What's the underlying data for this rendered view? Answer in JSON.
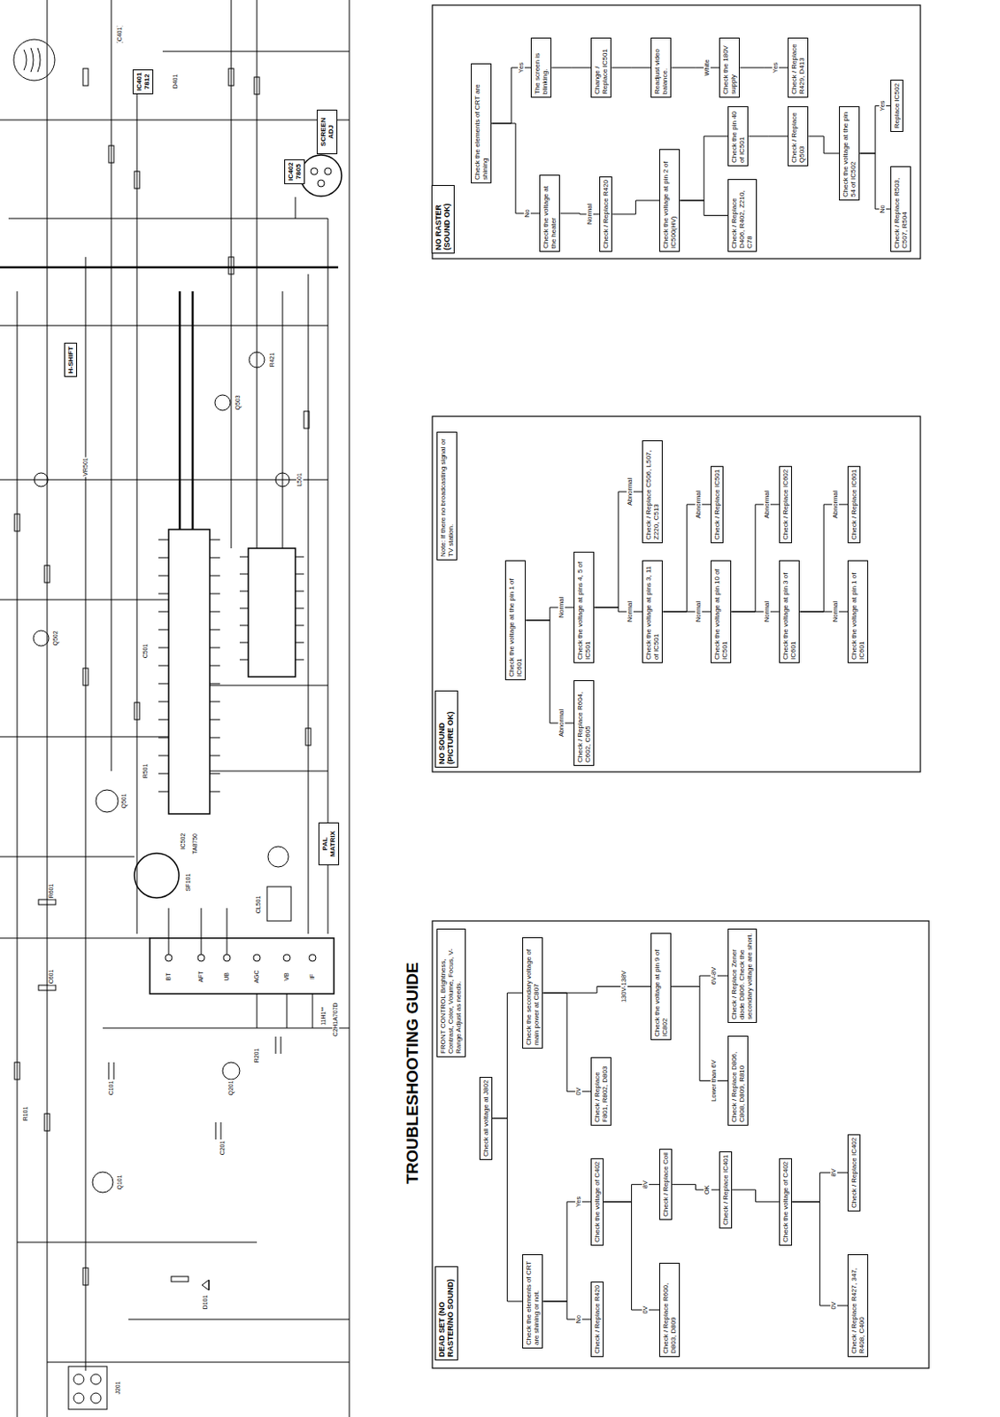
{
  "diagram": {
    "title": "TROUBLESHOOTING GUIDE",
    "nodes": [
      {
        "text": [
          "DEAD SET (NO RASTER/NO SOUND)"
        ]
      },
      {
        "text": [
          "FRONT CONTROL Brightness, Contrast, Color, Volume, Focus, V-Range Adjust as needs."
        ]
      },
      {
        "text": [
          "Check the elements of CRT are shining or not."
        ]
      },
      {
        "text": [
          "Check all voltage at J802"
        ]
      },
      {
        "text": [
          "Check the secondary voltage of main power at C807"
        ]
      },
      {
        "text": [
          "Check / Replace R420"
        ]
      },
      {
        "text": [
          "Check the voltage of C402"
        ]
      },
      {
        "text": [
          "Check / Replace F801, R802, D803"
        ]
      },
      {
        "text": [
          "Check the voltage at pin 9 of IC802"
        ]
      },
      {
        "text": [
          "Check / Replace D806, C808, D809, R810"
        ]
      },
      {
        "text": [
          "Check / Replace Zener diode D806. Check the secondary voltage are short."
        ]
      },
      {
        "text": [
          "Check / Replace R600, D803, D809"
        ]
      },
      {
        "text": [
          "Check / Replace Coil"
        ]
      },
      {
        "text": [
          "Check / Replace IC401"
        ]
      },
      {
        "text": [
          "Check the voltage of C402"
        ]
      },
      {
        "text": [
          "Check / Replace R427, 347, R408, C400"
        ]
      },
      {
        "text": [
          "Check / Replace IC402"
        ]
      },
      {
        "text": [
          "NO SOUND (PICTURE OK)"
        ]
      },
      {
        "text": [
          "Note: If there no broadcasting signal or TV station."
        ]
      },
      {
        "text": [
          "Check the voltage at the pin 1 of IC601"
        ]
      },
      {
        "text": [
          "Check / Replace R604, C602, C605"
        ]
      },
      {
        "text": [
          "Check the voltage at pins 4, 5 of IC501"
        ]
      },
      {
        "text": [
          "Check / Replace C506, L507, Z220, C513"
        ]
      },
      {
        "text": [
          "Check the voltage at pins 3, 11 of IC501"
        ]
      },
      {
        "text": [
          "Check / Replace IC501"
        ]
      },
      {
        "text": [
          "Check the voltage at pin 10 of IC501"
        ]
      },
      {
        "text": [
          "Check / Replace IC602"
        ]
      },
      {
        "text": [
          "Check the voltage at pin 3 of IC601"
        ]
      },
      {
        "text": [
          "Check / Replace IC601"
        ]
      },
      {
        "text": [
          "Check the voltage at pin 1 of IC601"
        ]
      },
      {
        "text": [
          "NO RASTER (SOUND OK)"
        ]
      },
      {
        "text": [
          "Check the elements of CRT are shining"
        ]
      },
      {
        "text": [
          "Check the voltage at the heater"
        ]
      },
      {
        "text": [
          "The screen is blinking."
        ]
      },
      {
        "text": [
          "Change / Replace IC501"
        ]
      },
      {
        "text": [
          "Readjust video balance."
        ]
      },
      {
        "text": [
          "Check the 180V supply"
        ]
      },
      {
        "text": [
          "Check / Replace R429, D413"
        ]
      },
      {
        "text": [
          "Check / Replace R420"
        ]
      },
      {
        "text": [
          "Check the voltage at pin 2 of IC500(HV)"
        ]
      },
      {
        "text": [
          "Check / Replace D406, R402, Z210, C78"
        ]
      },
      {
        "text": [
          "Check the pin 40 of IC501"
        ]
      },
      {
        "text": [
          "Check / Replace Q503"
        ]
      },
      {
        "text": [
          "Check the voltage at the pin 54 of IC502"
        ]
      },
      {
        "text": [
          "Check / Replace R503, C507, R504"
        ]
      },
      {
        "text": [
          "Replace IC502"
        ]
      },
      {
        "text": [
          "SCREEN ADJ"
        ]
      },
      {
        "text": [
          "H-SHIFT"
        ]
      },
      {
        "text": [
          "PAL MATRIX"
        ]
      },
      {
        "text": [
          "IC401",
          "7812"
        ]
      },
      {
        "text": [
          "IC402",
          "7805"
        ]
      }
    ],
    "edges": [
      {
        "from": 3,
        "to": 2,
        "arrow": "none"
      },
      {
        "from": 3,
        "to": 4,
        "arrow": "none"
      },
      {
        "from": 2,
        "to": 5,
        "label": "No",
        "arrow": "none"
      },
      {
        "from": 2,
        "to": 6,
        "label": "Yes",
        "arrow": "none"
      },
      {
        "from": 6,
        "to": 11,
        "label": "0V",
        "arrow": "none"
      },
      {
        "from": 6,
        "to": 12,
        "label": "8V",
        "arrow": "none"
      },
      {
        "from": 12,
        "to": 13,
        "label": "OK",
        "arrow": "none"
      },
      {
        "from": 13,
        "to": 14,
        "arrow": "none"
      },
      {
        "from": 14,
        "to": 15,
        "label": "0V",
        "arrow": "none"
      },
      {
        "from": 14,
        "to": 16,
        "label": "8V",
        "arrow": "none"
      },
      {
        "from": 4,
        "to": 7,
        "label": "0V",
        "arrow": "none"
      },
      {
        "from": 4,
        "to": 8,
        "label": "130V-138V",
        "arrow": "none"
      },
      {
        "from": 8,
        "to": 9,
        "label": "Lower than 6V",
        "arrow": "none"
      },
      {
        "from": 8,
        "to": 10,
        "label": "6V-8V",
        "arrow": "none"
      },
      {
        "from": 19,
        "to": 20,
        "label": "Abnormal",
        "arrow": "none"
      },
      {
        "from": 19,
        "to": 21,
        "label": "Normal",
        "arrow": "none"
      },
      {
        "from": 21,
        "to": 22,
        "label": "Abnormal",
        "arrow": "none"
      },
      {
        "from": 21,
        "to": 23,
        "label": "Normal",
        "arrow": "none"
      },
      {
        "from": 23,
        "to": 24,
        "label": "Abnormal",
        "arrow": "none"
      },
      {
        "from": 23,
        "to": 25,
        "label": "Normal",
        "arrow": "none"
      },
      {
        "from": 25,
        "to": 26,
        "label": "Abnormal",
        "arrow": "none"
      },
      {
        "from": 25,
        "to": 27,
        "label": "Normal",
        "arrow": "none"
      },
      {
        "from": 27,
        "to": 28,
        "label": "Abnormal",
        "arrow": "none"
      },
      {
        "from": 27,
        "to": 29,
        "label": "Normal",
        "arrow": "none"
      },
      {
        "from": 31,
        "to": 32,
        "label": "No",
        "arrow": "none"
      },
      {
        "from": 31,
        "to": 33,
        "label": "Yes",
        "arrow": "none"
      },
      {
        "from": 33,
        "to": 34,
        "arrow": "none"
      },
      {
        "from": 34,
        "to": 35,
        "arrow": "none"
      },
      {
        "from": 35,
        "to": 36,
        "label": "White",
        "arrow": "none"
      },
      {
        "from": 36,
        "to": 37,
        "label": "Yes",
        "arrow": "none"
      },
      {
        "from": 32,
        "to": 38,
        "label": "Normal",
        "arrow": "none"
      },
      {
        "from": 38,
        "to": 39,
        "arrow": "none"
      },
      {
        "from": 39,
        "to": 40,
        "arrow": "none"
      },
      {
        "from": 39,
        "to": 41,
        "arrow": "none"
      },
      {
        "from": 41,
        "to": 42,
        "arrow": "none"
      },
      {
        "from": 42,
        "to": 43,
        "arrow": "none"
      },
      {
        "from": 43,
        "to": 44,
        "label": "No",
        "arrow": "none"
      },
      {
        "from": 43,
        "to": 45,
        "label": "Yes",
        "arrow": "none"
      }
    ],
    "labels": [
      "IC502",
      "TA8750",
      "SF101",
      "CL501",
      "J201",
      "11H1**",
      "C2H1A707D",
      "BT",
      "AFT",
      "UB",
      "AGC",
      "VB",
      "IF",
      "R501",
      "C501",
      "Q501",
      "Q502",
      "Q503",
      "R421",
      "C401",
      "D401",
      "R601",
      "C601",
      "L501",
      "VR501",
      "Q101",
      "R101",
      "C101",
      "D101",
      "R201",
      "C201",
      "Q201"
    ]
  }
}
